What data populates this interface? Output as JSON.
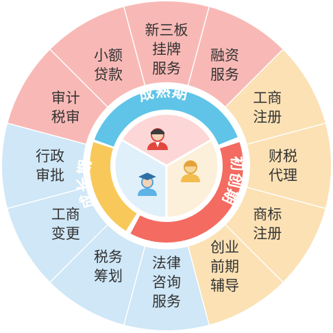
{
  "colors": {
    "pink": "#f8b9b6",
    "peach": "#fbe1b4",
    "blue": "#cfe7f7",
    "blue_arrow": "#5fc4e8",
    "red_arrow": "#f36b61",
    "yellow_arrow": "#f8c95a",
    "inner_pink": "#fdd7d7",
    "inner_peach": "#fdf0da",
    "inner_blue": "#dff0fb",
    "text": "#333333"
  },
  "services": [
    {
      "lines": [
        "小额",
        "贷款"
      ],
      "zone": "pink"
    },
    {
      "lines": [
        "新三板",
        "挂牌",
        "服务"
      ],
      "zone": "pink"
    },
    {
      "lines": [
        "融资",
        "服务"
      ],
      "zone": "pink"
    },
    {
      "lines": [
        "工商",
        "注册"
      ],
      "zone": "peach"
    },
    {
      "lines": [
        "财税",
        "代理"
      ],
      "zone": "peach"
    },
    {
      "lines": [
        "商标",
        "注册"
      ],
      "zone": "peach"
    },
    {
      "lines": [
        "创业",
        "前期",
        "辅导"
      ],
      "zone": "peach"
    },
    {
      "lines": [
        "法律",
        "咨询",
        "服务"
      ],
      "zone": "blue"
    },
    {
      "lines": [
        "税务",
        "筹划"
      ],
      "zone": "blue"
    },
    {
      "lines": [
        "工商",
        "变更"
      ],
      "zone": "blue"
    },
    {
      "lines": [
        "行政",
        "审批"
      ],
      "zone": "blue"
    },
    {
      "lines": [
        "审计",
        "税审"
      ],
      "zone": "pink"
    }
  ],
  "phases": {
    "mature": "成熟期",
    "startup": "初创期",
    "growth": "成长期"
  },
  "icons": {
    "mature": "businessman-icon",
    "startup": "founder-icon",
    "growth": "graduate-icon"
  }
}
